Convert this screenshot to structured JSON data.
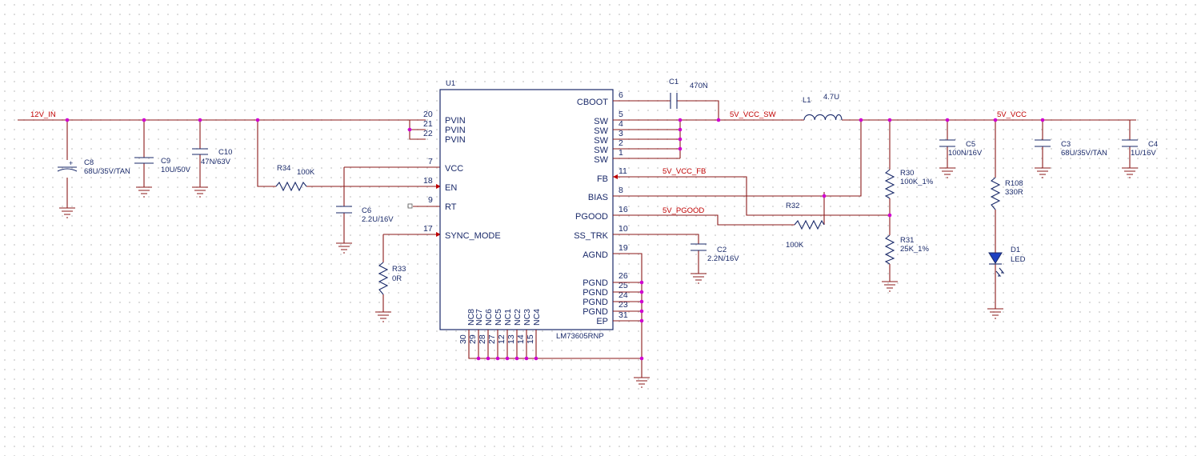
{
  "chip": {
    "ref": "U1",
    "part": "LM73605RNP",
    "left_pins": [
      {
        "num": "20",
        "name": "PVIN"
      },
      {
        "num": "21",
        "name": "PVIN"
      },
      {
        "num": "22",
        "name": "PVIN"
      },
      {
        "num": "7",
        "name": "VCC"
      },
      {
        "num": "18",
        "name": "EN"
      },
      {
        "num": "9",
        "name": "RT"
      },
      {
        "num": "17",
        "name": "SYNC_MODE"
      }
    ],
    "right_pins": [
      {
        "num": "6",
        "name": "CBOOT"
      },
      {
        "num": "5",
        "name": "SW"
      },
      {
        "num": "4",
        "name": "SW"
      },
      {
        "num": "3",
        "name": "SW"
      },
      {
        "num": "2",
        "name": "SW"
      },
      {
        "num": "1",
        "name": "SW"
      },
      {
        "num": "11",
        "name": "FB"
      },
      {
        "num": "8",
        "name": "BIAS"
      },
      {
        "num": "16",
        "name": "PGOOD"
      },
      {
        "num": "10",
        "name": "SS_TRK"
      },
      {
        "num": "19",
        "name": "AGND"
      },
      {
        "num": "26",
        "name": "PGND"
      },
      {
        "num": "25",
        "name": "PGND"
      },
      {
        "num": "24",
        "name": "PGND"
      },
      {
        "num": "23",
        "name": "PGND"
      },
      {
        "num": "31",
        "name": "EP"
      }
    ],
    "bottom_pins": [
      {
        "num": "30",
        "name": "NC8"
      },
      {
        "num": "29",
        "name": "NC7"
      },
      {
        "num": "28",
        "name": "NC6"
      },
      {
        "num": "27",
        "name": "NC5"
      },
      {
        "num": "12",
        "name": "NC1"
      },
      {
        "num": "13",
        "name": "NC2"
      },
      {
        "num": "14",
        "name": "NC3"
      },
      {
        "num": "15",
        "name": "NC4"
      }
    ]
  },
  "nets": {
    "vin": "12V_IN",
    "sw": "5V_VCC_SW",
    "vcc": "5V_VCC",
    "fb": "5V_VCC_FB",
    "pgood": "5V_PGOOD"
  },
  "components": {
    "c8": {
      "ref": "C8",
      "value": "68U/35V/TAN"
    },
    "c9": {
      "ref": "C9",
      "value": "10U/50V"
    },
    "c10": {
      "ref": "C10",
      "value": "47N/63V"
    },
    "r34": {
      "ref": "R34",
      "value": "100K"
    },
    "c6": {
      "ref": "C6",
      "value": "2.2U/16V"
    },
    "r33": {
      "ref": "R33",
      "value": "0R"
    },
    "c1": {
      "ref": "C1",
      "value": "470N"
    },
    "l1": {
      "ref": "L1",
      "value": "4.7U"
    },
    "c5": {
      "ref": "C5",
      "value": "100N/16V"
    },
    "c3": {
      "ref": "C3",
      "value": "68U/35V/TAN"
    },
    "c4": {
      "ref": "C4",
      "value": "1U/16V"
    },
    "r30": {
      "ref": "R30",
      "value": "100K_1%"
    },
    "r31": {
      "ref": "R31",
      "value": "25K_1%"
    },
    "r32": {
      "ref": "R32",
      "value": "100K"
    },
    "c2": {
      "ref": "C2",
      "value": "2.2N/16V"
    },
    "r108": {
      "ref": "R108",
      "value": "330R"
    },
    "d1": {
      "ref": "D1",
      "value": "LED"
    }
  },
  "colors": {
    "wire": "#8b1a1a",
    "part": "#1a2a6a",
    "net_label": "#c00000",
    "junction": "#d000d0"
  }
}
